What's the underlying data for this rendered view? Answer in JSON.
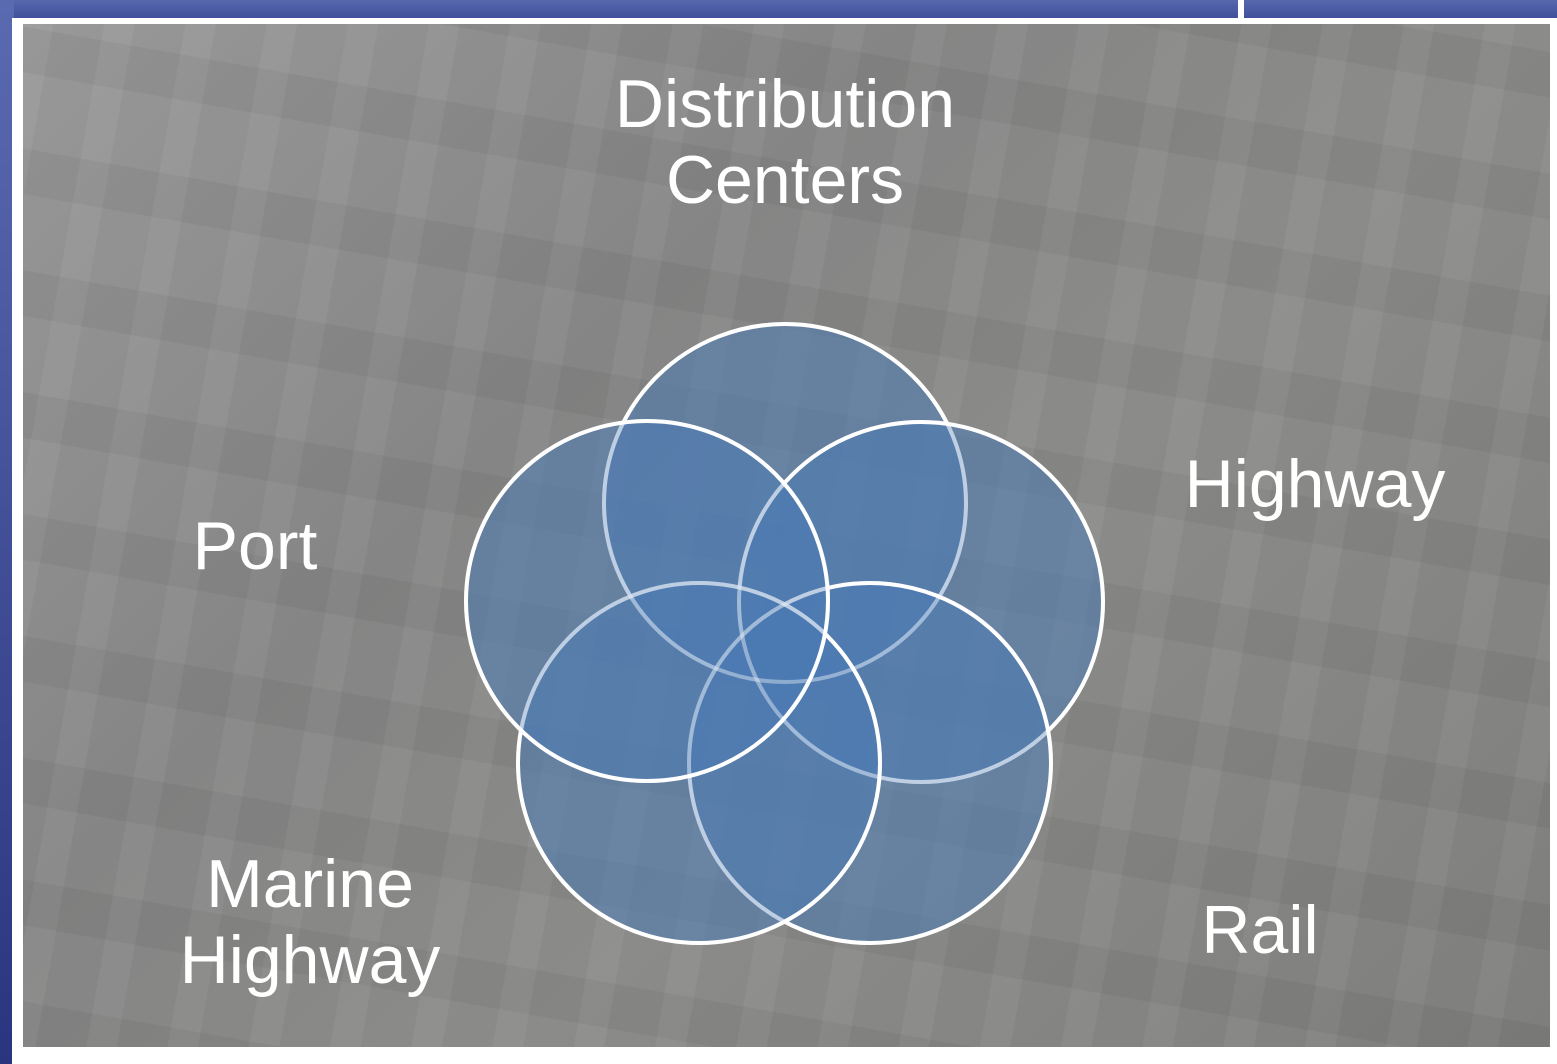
{
  "diagram": {
    "type": "venn",
    "circle_fill": "#4a7ab5",
    "circle_stroke": "#ffffff",
    "panel_bg": "#8a8a8a",
    "frame_color": "#2f3f8e",
    "labels": {
      "distribution_line1": "Distribution",
      "distribution_line2": "Centers",
      "highway": "Highway",
      "port": "Port",
      "marine_line1": "Marine",
      "marine_line2": "Highway",
      "rail": "Rail"
    }
  }
}
